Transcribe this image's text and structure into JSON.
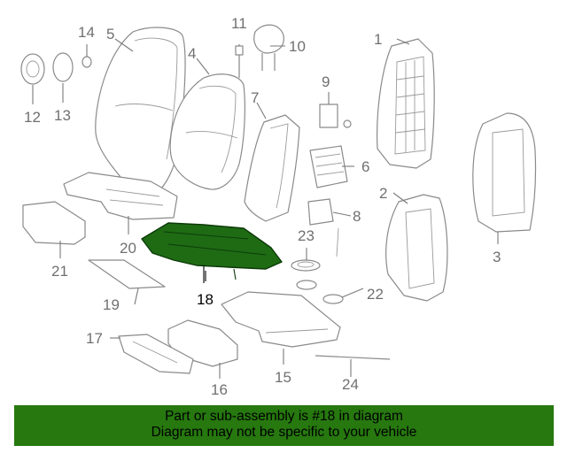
{
  "diagram": {
    "highlighted_part": "18",
    "labels": {
      "p1": "1",
      "p2": "2",
      "p3": "3",
      "p4": "4",
      "p5": "5",
      "p6": "6",
      "p7": "7",
      "p8": "8",
      "p9": "9",
      "p10": "10",
      "p11": "11",
      "p12": "12",
      "p13": "13",
      "p14": "14",
      "p15": "15",
      "p16": "16",
      "p17": "17",
      "p18": "18",
      "p19": "19",
      "p20": "20",
      "p21": "21",
      "p22": "22",
      "p23": "23",
      "p24": "24"
    },
    "colors": {
      "highlight": "#1e6b14",
      "line": "#8a8a8a",
      "banner": "#26780f"
    }
  },
  "banner": {
    "line1": "Part or sub-assembly is #18 in diagram",
    "line2": "Diagram may not be specific to your vehicle"
  }
}
